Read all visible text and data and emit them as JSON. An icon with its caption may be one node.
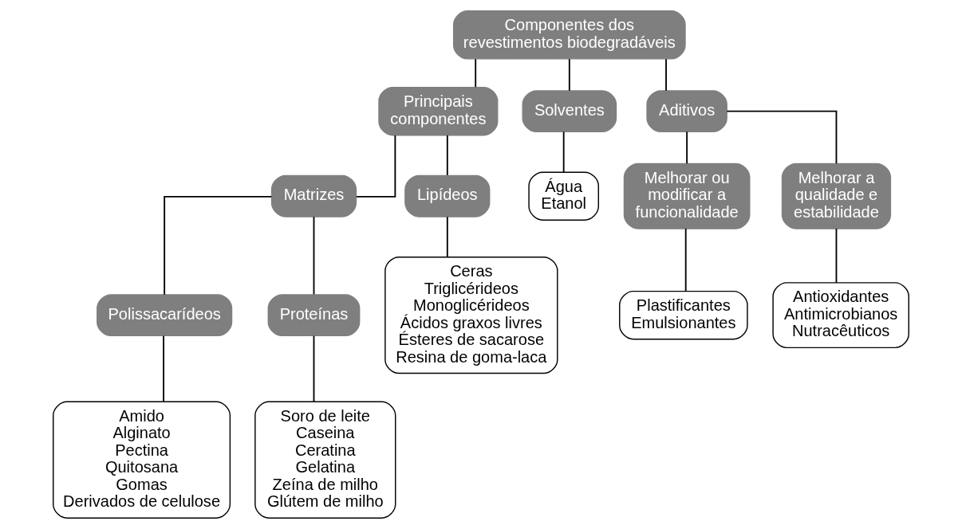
{
  "diagram": {
    "nodes": [
      {
        "text": [
          "Componentes dos revestimentos biodegradáveis"
        ]
      },
      {
        "text": [
          "Principais componentes"
        ]
      },
      {
        "text": [
          "Solventes"
        ]
      },
      {
        "text": [
          "Aditivos"
        ]
      },
      {
        "text": [
          "Matrizes"
        ]
      },
      {
        "text": [
          "Lipídeos"
        ]
      },
      {
        "text": [
          "Água",
          "Etanol"
        ]
      },
      {
        "text": [
          "Melhorar ou modificar a funcionalidade"
        ]
      },
      {
        "text": [
          "Melhorar a qualidade e estabilidade"
        ]
      },
      {
        "text": [
          "Polissacarídeos"
        ]
      },
      {
        "text": [
          "Proteínas"
        ]
      },
      {
        "text": [
          "Ceras",
          "Triglicérideos",
          "Monoglicérideos",
          "Ácidos graxos livres",
          "Ésteres de sacarose",
          "Resina de goma-laca"
        ]
      },
      {
        "text": [
          "Plastificantes",
          "Emulsionantes"
        ]
      },
      {
        "text": [
          "Antioxidantes",
          "Antimicrobianos",
          "Nutracêuticos"
        ]
      },
      {
        "text": [
          "Amido",
          "Alginato",
          "Pectina",
          "Quitosana",
          "Gomas",
          "Derivados de celulose"
        ]
      },
      {
        "text": [
          "Soro de leite",
          "Caseina",
          "Ceratina",
          "Gelatina",
          "Zeína de milho",
          "Glútem de milho"
        ]
      }
    ],
    "edges": [
      {
        "from": 0,
        "to": 1,
        "arrow": "none"
      },
      {
        "from": 0,
        "to": 2,
        "arrow": "none"
      },
      {
        "from": 0,
        "to": 3,
        "arrow": "none"
      },
      {
        "from": 1,
        "to": 4,
        "arrow": "none"
      },
      {
        "from": 1,
        "to": 5,
        "arrow": "none"
      },
      {
        "from": 2,
        "to": 6,
        "arrow": "none"
      },
      {
        "from": 3,
        "to": 7,
        "arrow": "none"
      },
      {
        "from": 3,
        "to": 8,
        "arrow": "none"
      },
      {
        "from": 4,
        "to": 9,
        "arrow": "none"
      },
      {
        "from": 4,
        "to": 10,
        "arrow": "none"
      },
      {
        "from": 5,
        "to": 11,
        "arrow": "none"
      },
      {
        "from": 7,
        "to": 12,
        "arrow": "none"
      },
      {
        "from": 8,
        "to": 13,
        "arrow": "none"
      },
      {
        "from": 9,
        "to": 14,
        "arrow": "none"
      },
      {
        "from": 10,
        "to": 15,
        "arrow": "none"
      }
    ]
  }
}
